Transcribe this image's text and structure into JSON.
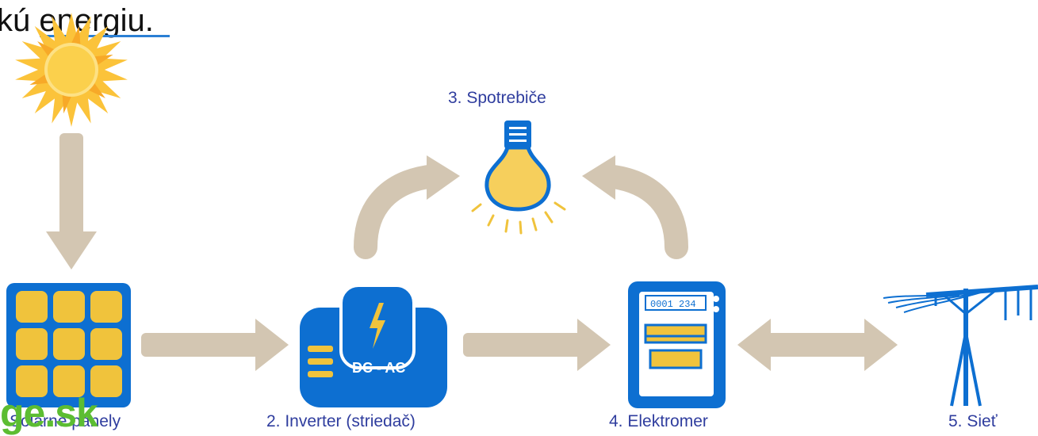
{
  "heading": "kú energiu.",
  "nodes": {
    "consumers": "3. Spotrebiče",
    "inverter": "2. Inverter (striedač)",
    "inverter_badge": "DC - AC",
    "meter": "4. Elektromer",
    "meter_display": "0001 234",
    "grid": "5. Sieť",
    "panels": "Solárne panely"
  },
  "watermark": "ge.sk",
  "colors": {
    "arrow": "#d3c6b2",
    "device_blue": "#0d6fd1",
    "panel_yellow": "#f0c33c",
    "sun_yellow": "#fbc33a",
    "label_text": "#2f3d9e",
    "watermark_green": "#5cbd32"
  }
}
